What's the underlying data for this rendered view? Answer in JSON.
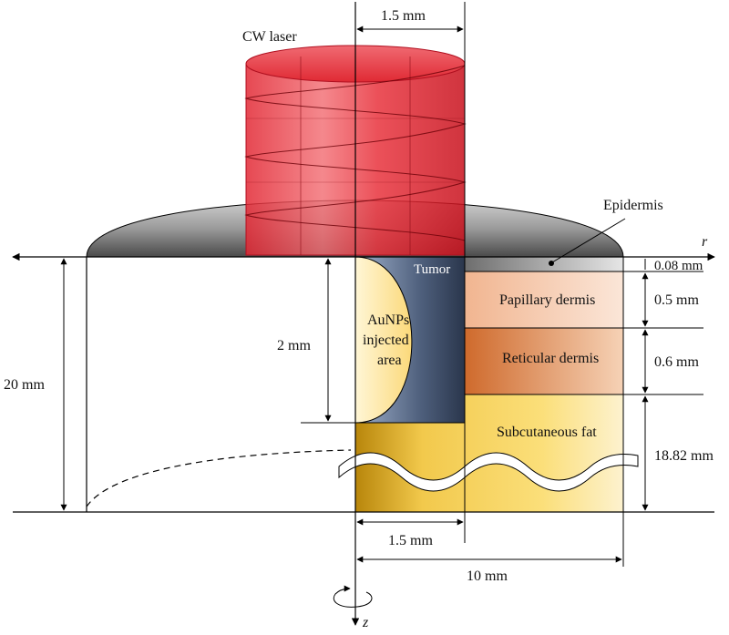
{
  "diagram": {
    "laser_label": "CW laser",
    "axes": {
      "r": "r",
      "z": "z"
    },
    "regions": {
      "epidermis": "Epidermis",
      "tumor": "Tumor",
      "aunps_line1": "AuNPs",
      "aunps_line2": "injected",
      "aunps_line3": "area",
      "papillary": "Papillary dermis",
      "reticular": "Reticular dermis",
      "subcutaneous": "Subcutaneous fat"
    },
    "dimensions": {
      "beam_width": "1.5 mm",
      "tumor_depth": "2 mm",
      "total_depth": "20 mm",
      "epidermis_thickness": "0.08 mm",
      "papillary_thickness": "0.5 mm",
      "reticular_thickness": "0.6 mm",
      "fat_thickness": "18.82 mm",
      "tumor_radius": "1.5 mm",
      "domain_radius": "10 mm"
    },
    "colors": {
      "laser": "#e8232d",
      "tumor": "#3a4a63",
      "aunps": "#fde9a6",
      "papillary": "#f6c6a4",
      "reticular": "#e0884e",
      "fat": "#f6d56a",
      "epidermis": "#8a8a8a"
    }
  }
}
